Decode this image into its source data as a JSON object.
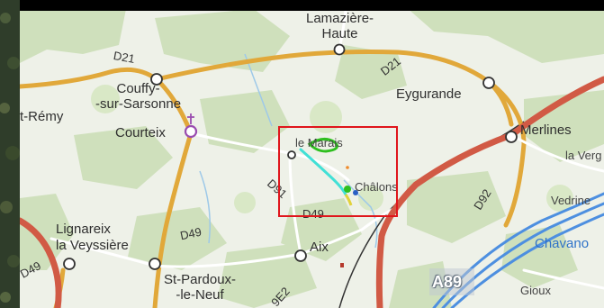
{
  "map": {
    "places": [
      {
        "id": "lamaziere",
        "label": "Lamazière-\nHaute"
      },
      {
        "id": "couffy",
        "label": "Couffy-\n-sur-Sarsonne"
      },
      {
        "id": "eygurande",
        "label": "Eygurande"
      },
      {
        "id": "st-remy",
        "label": "t-Rémy"
      },
      {
        "id": "courteix",
        "label": "Courteix"
      },
      {
        "id": "merlines",
        "label": "Merlines"
      },
      {
        "id": "la-verg",
        "label": "la Verg"
      },
      {
        "id": "le-marais",
        "label": "le Marais"
      },
      {
        "id": "chalons",
        "label": "Châlons"
      },
      {
        "id": "vedrine",
        "label": "Vedrine"
      },
      {
        "id": "lignareix",
        "label": "Lignareix"
      },
      {
        "id": "la-veyssiere",
        "label": "la Veyssière"
      },
      {
        "id": "aix",
        "label": "Aix"
      },
      {
        "id": "st-pardoux",
        "label": "St-Pardoux-\n-le-Neuf"
      },
      {
        "id": "gioux",
        "label": "Gioux"
      },
      {
        "id": "chavanon",
        "label": "Chavano"
      }
    ],
    "roads": [
      {
        "id": "d21-left",
        "label": "D21"
      },
      {
        "id": "d21-right",
        "label": "D21"
      },
      {
        "id": "d91",
        "label": "D91"
      },
      {
        "id": "d49-mid",
        "label": "D49"
      },
      {
        "id": "d49-left",
        "label": "D49"
      },
      {
        "id": "d49-bottom",
        "label": "D49"
      },
      {
        "id": "d92",
        "label": "D92"
      },
      {
        "id": "d9e2",
        "label": "9E2"
      },
      {
        "id": "a89",
        "label": "A89"
      }
    ],
    "colors": {
      "road_orange": "#e1a83a",
      "road_red": "#d15a45",
      "motorway_blue": "#4d8fe0",
      "selection_box": "#e0161c",
      "track_cyan": "#41e0d6",
      "track_green": "#2fbf1f"
    }
  }
}
